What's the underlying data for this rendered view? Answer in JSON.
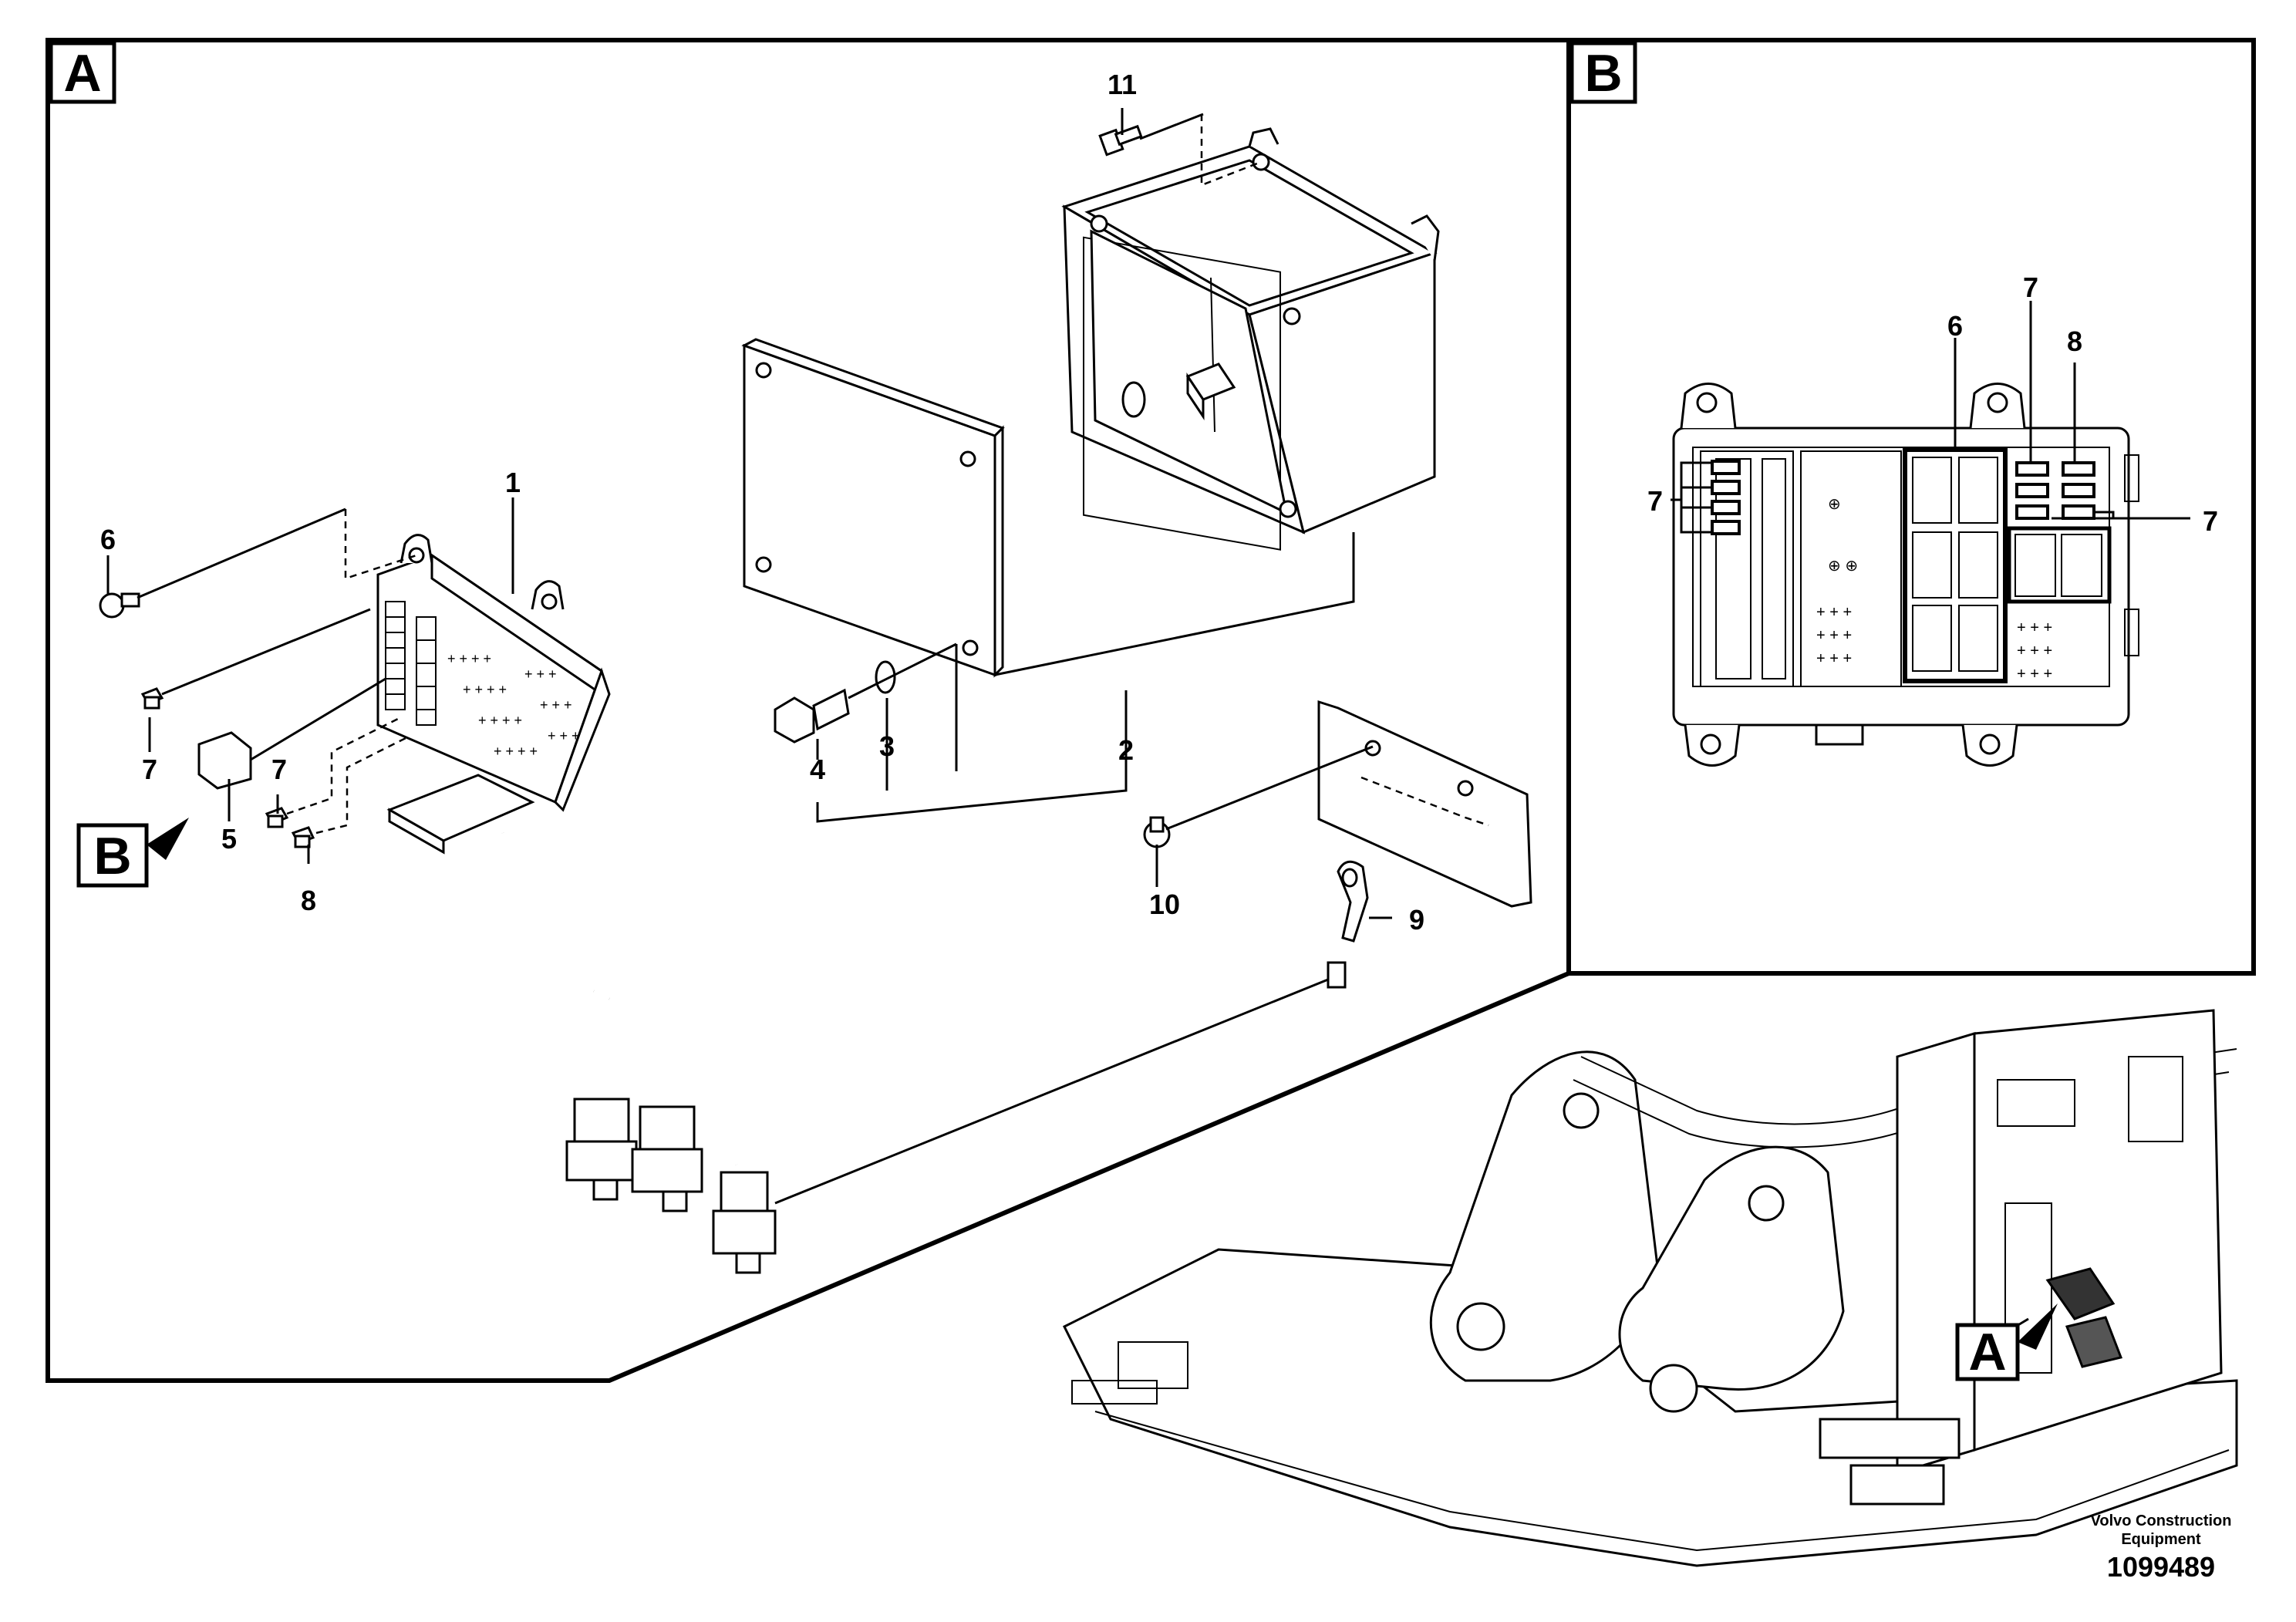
{
  "views": {
    "a": {
      "letter": "A"
    },
    "b": {
      "letter": "B"
    }
  },
  "callouts": {
    "p1": "1",
    "p2": "2",
    "p3": "3",
    "p4": "4",
    "p5": "5",
    "p6": "6",
    "p7a": "7",
    "p7b": "7",
    "p8": "8",
    "p9": "9",
    "p10": "10",
    "p11": "11",
    "refB": "B",
    "b6": "6",
    "b7top": "7",
    "b8": "8",
    "b7left": "7",
    "b7right": "7",
    "refA": "A"
  },
  "credit": {
    "line1": "Volvo Construction",
    "line2": "Equipment",
    "doc_number": "1099489"
  }
}
